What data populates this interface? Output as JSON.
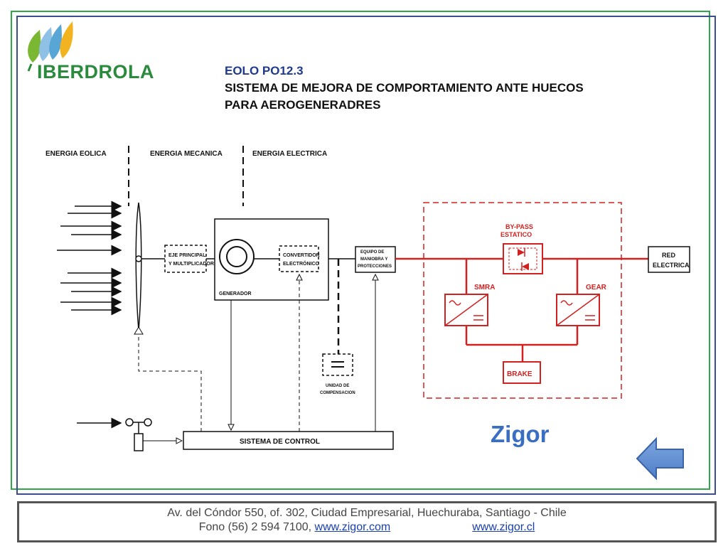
{
  "header": {
    "logo_name": "IBERDROLA",
    "title_code": "EOLO PO12.3",
    "title_line1": "SISTEMA DE  MEJORA DE COMPORTAMIENTO ANTE HUECOS",
    "title_line2": "PARA AEROGENERADRES"
  },
  "diagram": {
    "section_labels": [
      "ENERGIA EOLICA",
      "ENERGIA MECANICA",
      "ENERGIA ELECTRICA"
    ],
    "eje_line1": "EJE PRINCIPAL",
    "eje_line2": "Y MULTIPLICADOR",
    "generador": "GENERADOR",
    "convertidor_line1": "CONVERTIDOR",
    "convertidor_line2": "ELECTRÓNICO",
    "equipo_line1": "EQUIPO DE",
    "equipo_line2": "MANIOBRA Y",
    "equipo_line3": "PROTECCIONES",
    "unidad_line1": "UNIDAD DE",
    "unidad_line2": "COMPENSACION",
    "control": "SISTEMA DE CONTROL",
    "bypass_line1": "BY-PASS",
    "bypass_line2": "ESTATICO",
    "smra": "SMRA",
    "gear": "GEAR",
    "brake": "BRAKE",
    "red_line1": "RED",
    "red_line2": "ELECTRICA"
  },
  "brand": {
    "zigor": "Zigor"
  },
  "footer": {
    "address": "Av.  del Cóndor 550, of. 302, Ciudad Empresarial, Huechuraba, Santiago - Chile",
    "phone": "Fono (56) 2 594 7100, ",
    "link1": "www.zigor.com",
    "link2": "www.zigor.cl"
  },
  "colors": {
    "accent_red": "#d32020",
    "brand_green": "#2b8a3e",
    "zigor_blue": "#3a6ec2",
    "frame_blue": "#3b4d8c"
  },
  "icons": [
    "iberdrola-logo-icon",
    "wind-turbine-icon",
    "anemometer-icon",
    "back-arrow-icon",
    "thyristor-icon",
    "converter-icon"
  ]
}
